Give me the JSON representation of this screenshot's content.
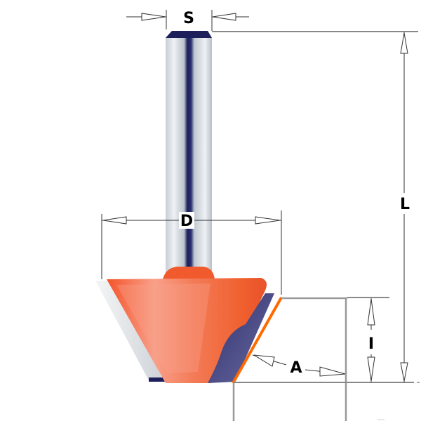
{
  "diagram": {
    "subject": "Chamfer router bit",
    "dimensions": {
      "S": "S",
      "D": "D",
      "L": "L",
      "I": "I",
      "A": "A"
    },
    "colors": {
      "body": "#f26a3c",
      "body_highlight": "#f8a08a",
      "shank": "#d9dfe6",
      "shank_shadow": "#1c1f5a",
      "carbide_blade": "#e6e8ea",
      "carbide_side": "#4a4a8a",
      "cut_edge": "#ff6a00",
      "workpiece": "#9a9a9a",
      "dim_lines": "#333333"
    }
  }
}
